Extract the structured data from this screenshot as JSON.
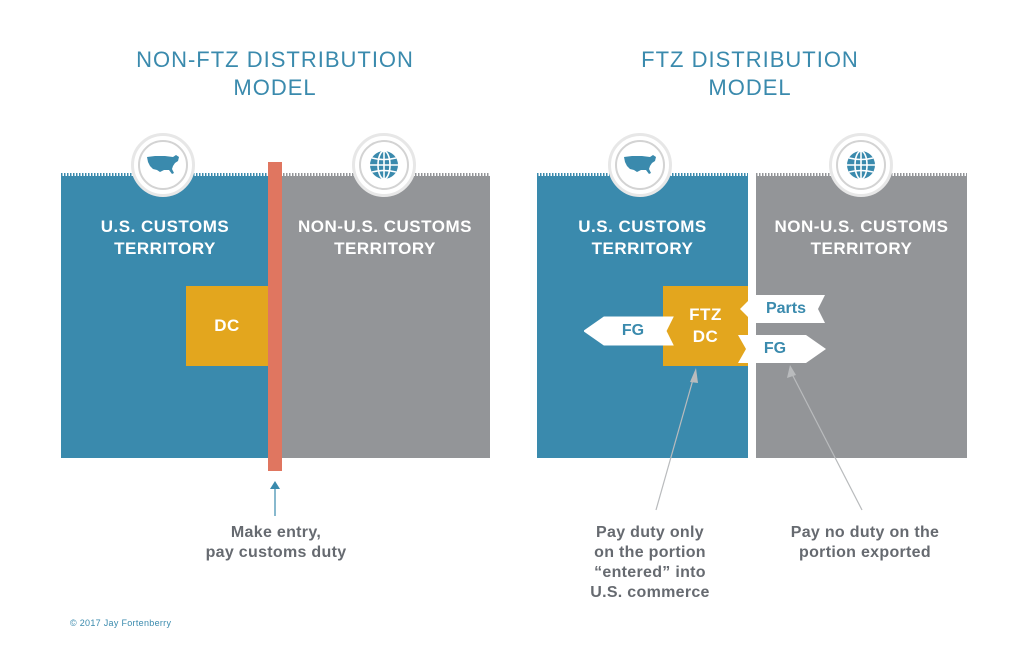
{
  "left_model": {
    "title_line1": "NON-FTZ DISTRIBUTION",
    "title_line2": "MODEL",
    "us_label_line1": "U.S. CUSTOMS",
    "us_label_line2": "TERRITORY",
    "non_us_label_line1": "NON-U.S. CUSTOMS",
    "non_us_label_line2": "TERRITORY",
    "dc_label": "DC",
    "caption_line1": "Make entry,",
    "caption_line2": "pay customs duty"
  },
  "right_model": {
    "title_line1": "FTZ DISTRIBUTION",
    "title_line2": "MODEL",
    "us_label_line1": "U.S. CUSTOMS",
    "us_label_line2": "TERRITORY",
    "non_us_label_line1": "NON-U.S. CUSTOMS",
    "non_us_label_line2": "TERRITORY",
    "dc_line1": "FTZ",
    "dc_line2": "DC",
    "fg_left_label": "FG",
    "parts_label": "Parts",
    "fg_right_label": "FG",
    "caption_left_line1": "Pay duty only",
    "caption_left_line2": "on the portion",
    "caption_left_line3": "“entered” into",
    "caption_left_line4": "U.S. commerce",
    "caption_right_line1": "Pay no duty on the",
    "caption_right_line2": "portion exported"
  },
  "icons": {
    "us_map": "usa-map-icon",
    "globe": "globe-icon"
  },
  "colors": {
    "us_blue": "#3a8aad",
    "non_us_gray": "#939598",
    "dc_gold": "#e3a61e",
    "border_red": "#e07660",
    "caption_gray": "#666a70"
  },
  "copyright": "© 2017 Jay Fortenberry"
}
